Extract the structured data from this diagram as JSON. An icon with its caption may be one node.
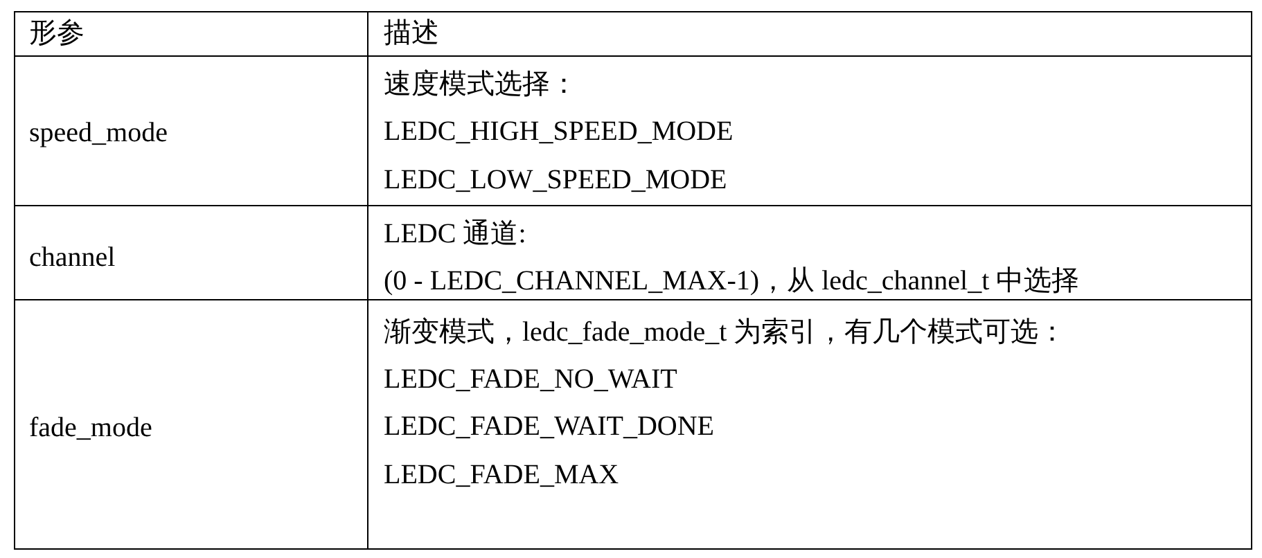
{
  "diagram": {
    "labels": [
      "形参",
      "描述",
      "speed_mode",
      "速度模式选择：",
      "LEDC_HIGH_SPEED_MODE",
      "LEDC_LOW_SPEED_MODE",
      "channel",
      "LEDC 通道:",
      "(0 - LEDC_CHANNEL_MAX-1)，从 ledc_channel_t 中选择",
      "fade_mode",
      "渐变模式，ledc_fade_mode_t 为索引，有几个模式可选：",
      "LEDC_FADE_NO_WAIT",
      "LEDC_FADE_WAIT_DONE",
      "LEDC_FADE_MAX"
    ]
  }
}
